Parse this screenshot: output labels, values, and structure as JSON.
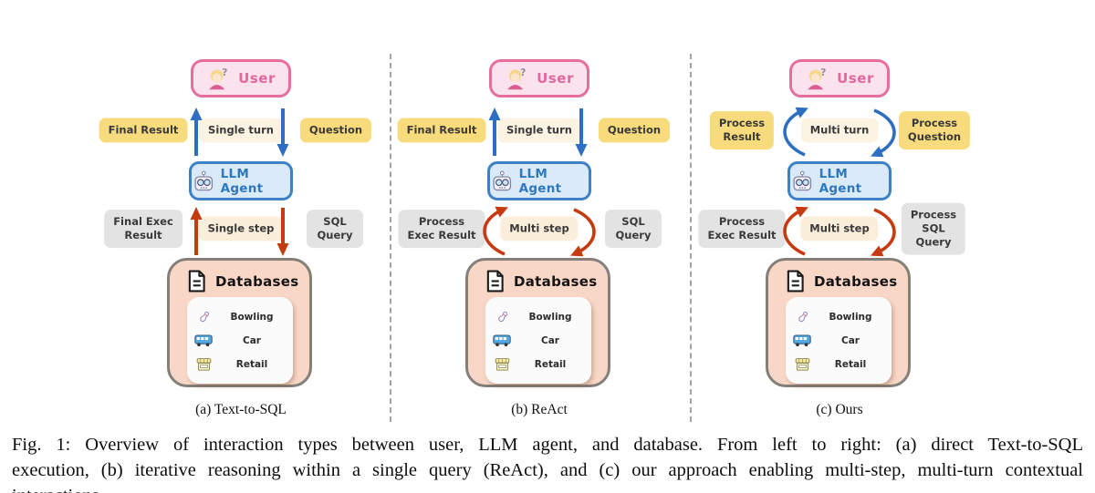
{
  "figure": {
    "panels": [
      {
        "name": "a",
        "user": "User",
        "agent": "LLM Agent",
        "top_labels": {
          "left": "Final Result",
          "center": "Single turn",
          "right": "Question"
        },
        "bottom_labels": {
          "left": "Final Exec\nResult",
          "center": "Single step",
          "right": "SQL Query"
        },
        "top_arrows": "straight",
        "bottom_arrows": "straight",
        "databases": {
          "title": "Databases",
          "items": [
            {
              "icon": "bowling-pin-icon",
              "label": "Bowling"
            },
            {
              "icon": "bus-icon",
              "label": "Car"
            },
            {
              "icon": "store-icon",
              "label": "Retail"
            }
          ]
        },
        "caption": "(a) Text-to-SQL"
      },
      {
        "name": "b",
        "user": "User",
        "agent": "LLM Agent",
        "top_labels": {
          "left": "Final Result",
          "center": "Single turn",
          "right": "Question"
        },
        "bottom_labels": {
          "left": "Process\nExec Result",
          "center": "Multi step",
          "right": "SQL Query"
        },
        "top_arrows": "straight",
        "bottom_arrows": "cycle",
        "databases": {
          "title": "Databases",
          "items": [
            {
              "icon": "bowling-pin-icon",
              "label": "Bowling"
            },
            {
              "icon": "bus-icon",
              "label": "Car"
            },
            {
              "icon": "store-icon",
              "label": "Retail"
            }
          ]
        },
        "caption": "(b) ReAct"
      },
      {
        "name": "c",
        "user": "User",
        "agent": "LLM Agent",
        "top_labels": {
          "left": "Process\nResult",
          "center": "Multi turn",
          "right": "Process\nQuestion"
        },
        "bottom_labels": {
          "left": "Process\nExec Result",
          "center": "Multi step",
          "right": "Process\nSQL Query"
        },
        "top_arrows": "cycle",
        "bottom_arrows": "cycle",
        "databases": {
          "title": "Databases",
          "items": [
            {
              "icon": "bowling-pin-icon",
              "label": "Bowling"
            },
            {
              "icon": "bus-icon",
              "label": "Car"
            },
            {
              "icon": "store-icon",
              "label": "Retail"
            }
          ]
        },
        "caption": "(c) Ours"
      }
    ],
    "caption": {
      "line1": "Fig. 1: Overview of interaction types between user, LLM agent, and database. From left to right: (a) direct Text-to-SQL",
      "line2": "execution, (b) iterative reasoning within a single query (ReAct), and (c) our approach enabling multi-step, multi-turn contextual",
      "line3": "interactions."
    },
    "colors": {
      "user_fill": "#FBE3EE",
      "user_border": "#E66E9C",
      "user_text": "#E4679B",
      "agent_fill": "#DBEAF9",
      "agent_border": "#3E81C5",
      "agent_text": "#2F78BE",
      "yellow_label": "#F8DB7C",
      "cream_label": "#FCF3E2",
      "gray_label": "#E3E3E3",
      "db_fill": "#F9D7C6",
      "db_border": "#857F79",
      "blue_arrow": "#2E6FC2",
      "red_arrow": "#C63A10",
      "label_text": "#3A3A3A"
    }
  }
}
